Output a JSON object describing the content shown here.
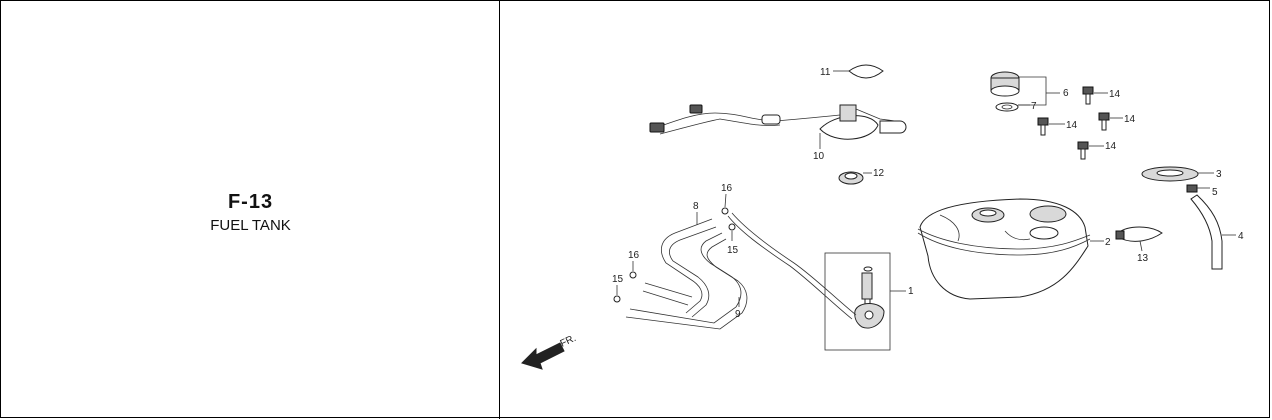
{
  "section": {
    "code": "F-13",
    "title": "FUEL TANK"
  },
  "diagram": {
    "direction_label": "FR.",
    "callouts": [
      "1",
      "2",
      "3",
      "4",
      "5",
      "6",
      "7",
      "8",
      "9",
      "10",
      "11",
      "12",
      "13",
      "14",
      "15",
      "16"
    ]
  }
}
